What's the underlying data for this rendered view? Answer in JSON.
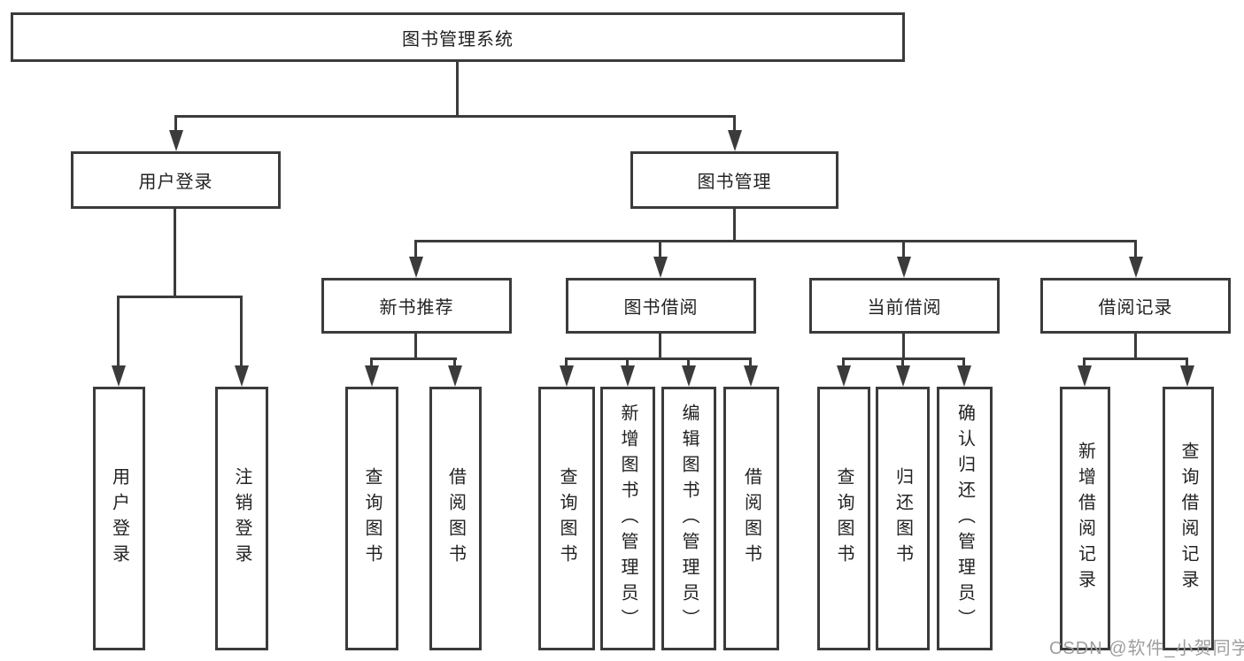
{
  "diagram_title": "图书管理系统",
  "nodes": {
    "root": {
      "label": "图书管理系统"
    },
    "user_login": {
      "label": "用户登录"
    },
    "book_mgmt": {
      "label": "图书管理"
    },
    "new_book_rec": {
      "label": "新书推荐"
    },
    "book_borrow": {
      "label": "图书借阅"
    },
    "current_borrow": {
      "label": "当前借阅"
    },
    "borrow_record": {
      "label": "借阅记录"
    },
    "leaf_user_login": {
      "label": "用户登录"
    },
    "leaf_logout": {
      "label": "注销登录"
    },
    "leaf_nb_query": {
      "label": "查询图书"
    },
    "leaf_nb_borrow": {
      "label": "借阅图书"
    },
    "leaf_bb_query": {
      "label": "查询图书"
    },
    "leaf_bb_add": {
      "label": "新增图书（管理员）"
    },
    "leaf_bb_edit": {
      "label": "编辑图书（管理员）"
    },
    "leaf_bb_borrow": {
      "label": "借阅图书"
    },
    "leaf_cb_query": {
      "label": "查询图书"
    },
    "leaf_cb_return": {
      "label": "归还图书"
    },
    "leaf_cb_confirm": {
      "label": "确认归还（管理员）"
    },
    "leaf_br_add": {
      "label": "新增借阅记录"
    },
    "leaf_br_query": {
      "label": "查询借阅记录"
    }
  },
  "structure": {
    "root": [
      "user_login",
      "book_mgmt"
    ],
    "user_login": [
      "leaf_user_login",
      "leaf_logout"
    ],
    "book_mgmt": [
      "new_book_rec",
      "book_borrow",
      "current_borrow",
      "borrow_record"
    ],
    "new_book_rec": [
      "leaf_nb_query",
      "leaf_nb_borrow"
    ],
    "book_borrow": [
      "leaf_bb_query",
      "leaf_bb_add",
      "leaf_bb_edit",
      "leaf_bb_borrow"
    ],
    "current_borrow": [
      "leaf_cb_query",
      "leaf_cb_return",
      "leaf_cb_confirm"
    ],
    "borrow_record": [
      "leaf_br_add",
      "leaf_br_query"
    ]
  },
  "watermark": {
    "text": "CSDN @软件_小贺同学",
    "color": "#9e9e9e"
  },
  "colors": {
    "line": "#3b3b3b",
    "box_border": "#3b3b3b",
    "box_fill": "#ffffff",
    "text": "#222222",
    "background": "#ffffff"
  }
}
